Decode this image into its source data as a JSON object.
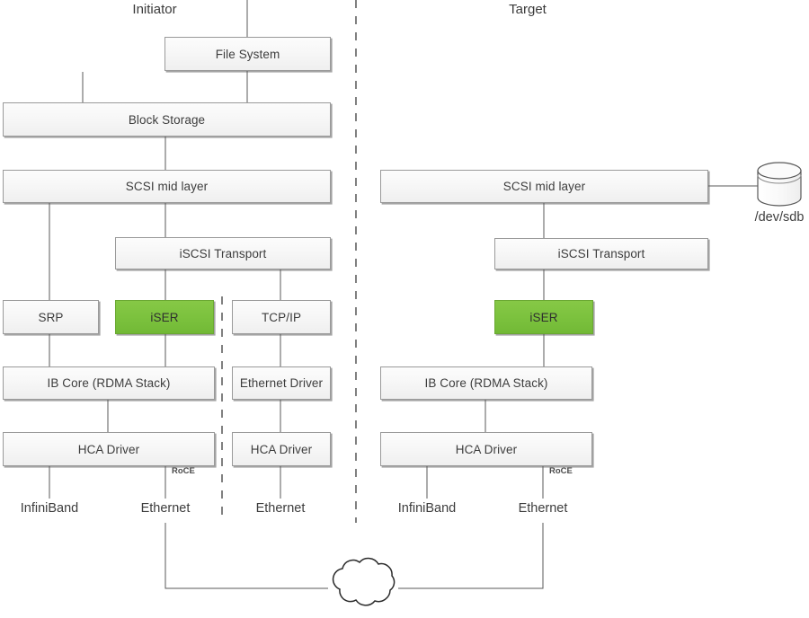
{
  "diagram": {
    "title_initiator": "Initiator",
    "title_target": "Target",
    "accent_green": "#7cc23e",
    "box_border": "#9a9a9a",
    "line_color": "#595959",
    "initiator": {
      "file_system": "File System",
      "block_storage": "Block Storage",
      "scsi_mid_layer": "SCSI mid layer",
      "iscsi_transport": "iSCSI Transport",
      "srp": "SRP",
      "iser": "iSER",
      "tcp_ip": "TCP/IP",
      "ib_core": "IB Core (RDMA Stack)",
      "ethernet_driver": "Ethernet Driver",
      "hca_driver_ib": "HCA Driver",
      "hca_driver_eth": "HCA Driver",
      "roce_label": "RoCE",
      "wire_infiniband": "InfiniBand",
      "wire_ethernet_roce": "Ethernet",
      "wire_ethernet_tcp": "Ethernet"
    },
    "target": {
      "scsi_mid_layer": "SCSI mid layer",
      "iscsi_transport": "iSCSI Transport",
      "iser": "iSER",
      "ib_core": "IB Core (RDMA Stack)",
      "hca_driver": "HCA Driver",
      "roce_label": "RoCE",
      "wire_infiniband": "InfiniBand",
      "wire_ethernet": "Ethernet",
      "disk_label": "/dev/sdb"
    },
    "network": {
      "cloud_name": "network-cloud"
    }
  }
}
